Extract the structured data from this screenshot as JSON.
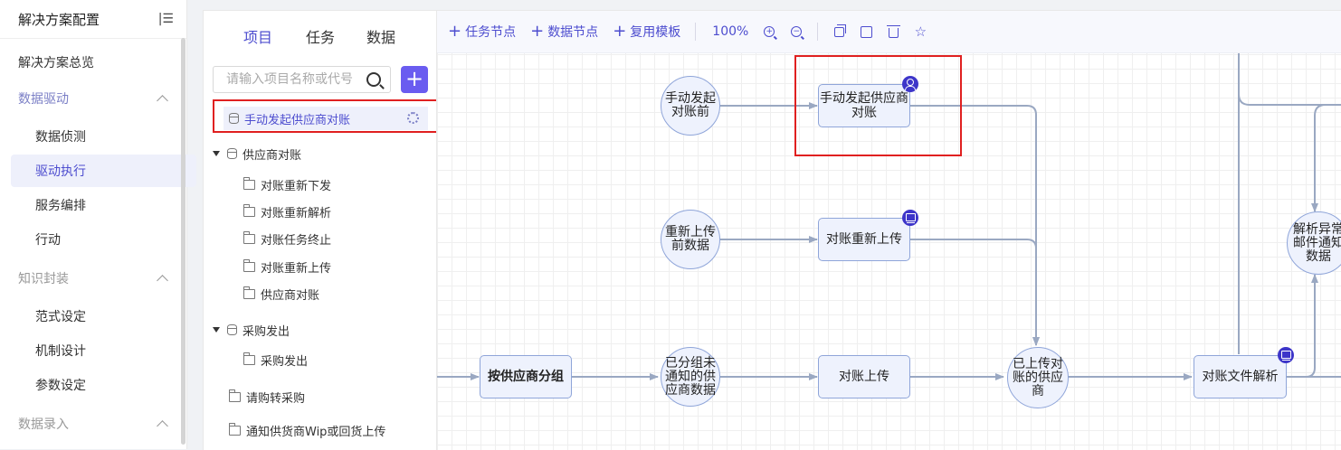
{
  "sidebar": {
    "title": "解决方案配置",
    "collapse_icon": "collapse-menu-icon",
    "overview": "解决方案总览",
    "groups": [
      {
        "label": "数据驱动",
        "items": [
          "数据侦测",
          "驱动执行",
          "服务编排",
          "行动"
        ]
      },
      {
        "label": "知识封装",
        "items": [
          "范式设定",
          "机制设计",
          "参数设定"
        ]
      },
      {
        "label": "数据录入"
      }
    ],
    "active_item": "驱动执行"
  },
  "tree_panel": {
    "tabs": [
      "项目",
      "任务",
      "数据"
    ],
    "active_tab": "项目",
    "search_placeholder": "请输入项目名称或代号",
    "add_label": "+",
    "selected_project": "手动发起供应商对账",
    "groups": [
      {
        "label": "供应商对账",
        "children": [
          "对账重新下发",
          "对账重新解析",
          "对账任务终止",
          "对账重新上传",
          "供应商对账"
        ]
      },
      {
        "label": "采购发出",
        "children": [
          "采购发出"
        ]
      }
    ],
    "standalone": [
      "请购转采购",
      "通知供货商Wip或回货上传"
    ]
  },
  "toolbar": {
    "task_node": "任务节点",
    "data_node": "数据节点",
    "reuse_template": "复用模板",
    "zoom": "100%"
  },
  "flow": {
    "circles": {
      "c1": "手动发起对账前",
      "c2": "重新上传前数据",
      "c3": "已分组未通知的供应商数据",
      "c4": "已上传对账的供应商",
      "c5": "解析异常邮件通知数据"
    },
    "rects": {
      "r1": "手动发起供应商对账",
      "r2": "对账重新上传",
      "r3": "按供应商分组",
      "r4": "对账上传",
      "r5": "对账文件解析"
    }
  },
  "colors": {
    "accent": "#4d4dcf",
    "button": "#6a5cf0",
    "badge": "#3d35c9",
    "highlight": "#e02020",
    "edge": "#9aa8c2"
  }
}
